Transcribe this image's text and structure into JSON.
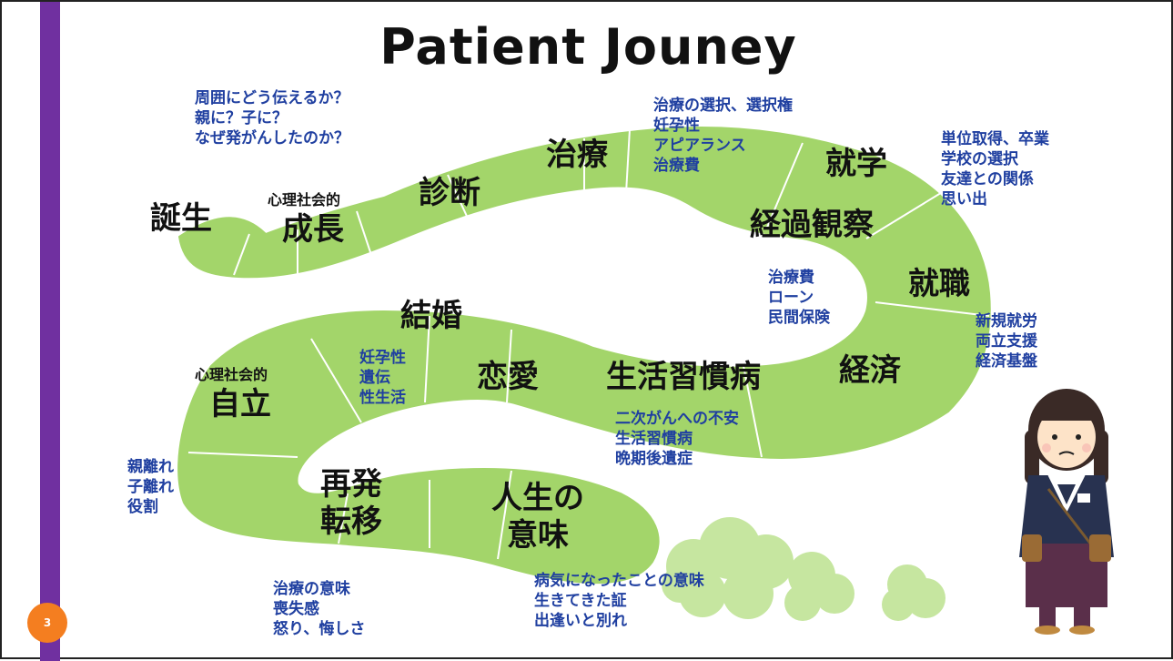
{
  "title": "Patient Jouney",
  "page_number": "3",
  "colors": {
    "accent_bar": "#7030a0",
    "road_fill": "#a3d56a",
    "road_divider": "#ffffff",
    "note_text": "#1f3fa0",
    "page_badge": "#f47e20",
    "bush": "#c6e6a0"
  },
  "stages": {
    "birth": "誕生",
    "psychosocial_label_1": "心理社会的",
    "growth": "成長",
    "diagnosis": "診断",
    "treatment": "治療",
    "schooling": "就学",
    "follow_up": "経過観察",
    "employment": "就職",
    "economy": "経済",
    "marriage": "結婚",
    "romance": "恋愛",
    "lifestyle_disease": "生活習慣病",
    "psychosocial_label_2": "心理社会的",
    "independence": "自立",
    "relapse_line1": "再発",
    "relapse_line2": "転移",
    "meaning_line1": "人生の",
    "meaning_line2": "意味"
  },
  "notes": {
    "diagnosis": [
      "周囲にどう伝えるか？",
      "親に？子に？",
      "なぜ発がんしたのか？"
    ],
    "treatment": [
      "治療の選択、選択権",
      "妊孕性",
      "アピアランス",
      "治療費"
    ],
    "schooling": [
      "単位取得、卒業",
      "学校の選択",
      "友達との関係",
      "思い出"
    ],
    "costs": [
      "治療費",
      "ローン",
      "民間保険"
    ],
    "employment": [
      "新規就労",
      "両立支援",
      "経済基盤"
    ],
    "romance": [
      "妊孕性",
      "遺伝",
      "性生活"
    ],
    "lifestyle": [
      "二次がんへの不安",
      "生活習慣病",
      "晩期後遺症"
    ],
    "independence": [
      "親離れ",
      "子離れ",
      "役割"
    ],
    "relapse": [
      "治療の意味",
      "喪失感",
      "怒り、悔しさ"
    ],
    "meaning": [
      "病気になったことの意味",
      "生きてきた証",
      "出逢いと別れ"
    ]
  },
  "illustration": "schoolgirl-illustration"
}
